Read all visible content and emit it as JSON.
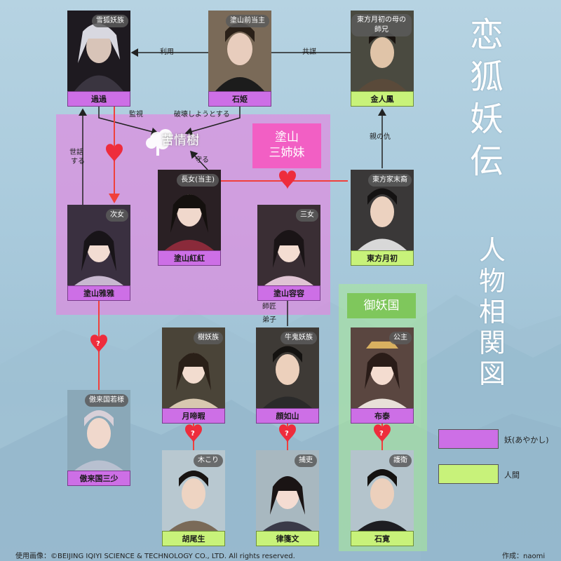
{
  "title_chars": [
    "恋",
    "狐",
    "妖",
    "伝"
  ],
  "subtitle_chars": [
    "人",
    "物",
    "相",
    "関",
    "図"
  ],
  "groups": {
    "pink_label_line1": "塗山",
    "pink_label_line2": "三姉妹",
    "green_label": "御妖国"
  },
  "tree_label": "苦情樹",
  "characters": {
    "kaka": {
      "name": "過過",
      "tag": "雪狐妖族"
    },
    "sekki": {
      "name": "石姫",
      "tag": "塗山前当主"
    },
    "kinjinho": {
      "name": "金人鳳",
      "tag": "東方月初の母の師兄"
    },
    "koko": {
      "name": "塗山紅紅",
      "tag": "長女(当主)"
    },
    "yaya": {
      "name": "塗山雅雅",
      "tag": "次女"
    },
    "yoyo": {
      "name": "塗山容容",
      "tag": "三女"
    },
    "gessho": {
      "name": "東方月初",
      "tag": "東方家末裔"
    },
    "gokka": {
      "name": "月啼暇",
      "tag": "樹妖族"
    },
    "ganjo": {
      "name": "顔如山",
      "tag": "牛鬼妖族"
    },
    "futai": {
      "name": "布泰",
      "tag": "公主"
    },
    "gorai": {
      "name": "傲来国三少",
      "tag": "傲来国若様"
    },
    "kobisei": {
      "name": "胡尾生",
      "tag": "木こり"
    },
    "rippo": {
      "name": "律箋文",
      "tag": "捕吏"
    },
    "sekkan": {
      "name": "石寛",
      "tag": "護衛"
    }
  },
  "relations": {
    "riyo": "利用",
    "kyobo": "共謀",
    "kanshi": "監視",
    "hakai": "破壊しようとする",
    "sewa1": "世話",
    "sewa2": "する",
    "mamoru": "守る",
    "oya": "親の仇",
    "shisho": "師匠",
    "deshi": "弟子",
    "unknown": "?"
  },
  "legend": {
    "yokai": "妖(あやかし)",
    "human": "人間"
  },
  "footer": {
    "credit": "使用画像：©BEIJING IQIYI SCIENCE & TECHNOLOGY CO., LTD. All rights reserved.",
    "author": "作成：naomi"
  },
  "colors": {
    "yokai": "#cd6fe6",
    "human": "#c8f27a",
    "pink_group": "#e682e1",
    "green_group": "#aaeb96",
    "love_line": "#f0403c"
  }
}
